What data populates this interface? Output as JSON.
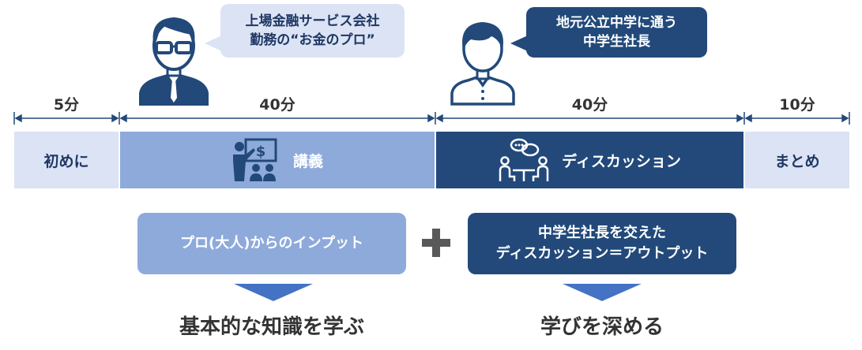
{
  "bubbles": {
    "teacher_line1": "上場金融サービス会社",
    "teacher_line2": "勤務の“お金のプロ”",
    "student_line1": "地元公立中学に通う",
    "student_line2": "中学生社長"
  },
  "timeline": {
    "durations": [
      "5分",
      "40分",
      "40分",
      "10分"
    ],
    "segments": [
      "初めに",
      "講義",
      "ディスカッション",
      "まとめ"
    ]
  },
  "results": {
    "input_label": "プロ(大人)からのインプット",
    "output_line1": "中学生社長を交えた",
    "output_line2": "ディスカッション＝アウトプット",
    "operator": "+",
    "outcome_left": "基本的な知識を学ぶ",
    "outcome_right": "学びを深める"
  },
  "colors": {
    "light": "#dbe3f4",
    "medium": "#8eaadb",
    "dark": "#22497a",
    "arrow": "#4472c4",
    "plus": "#595959"
  },
  "icons": [
    "businessman-icon",
    "student-icon",
    "lecture-icon",
    "discussion-icon",
    "down-arrow-icon"
  ]
}
